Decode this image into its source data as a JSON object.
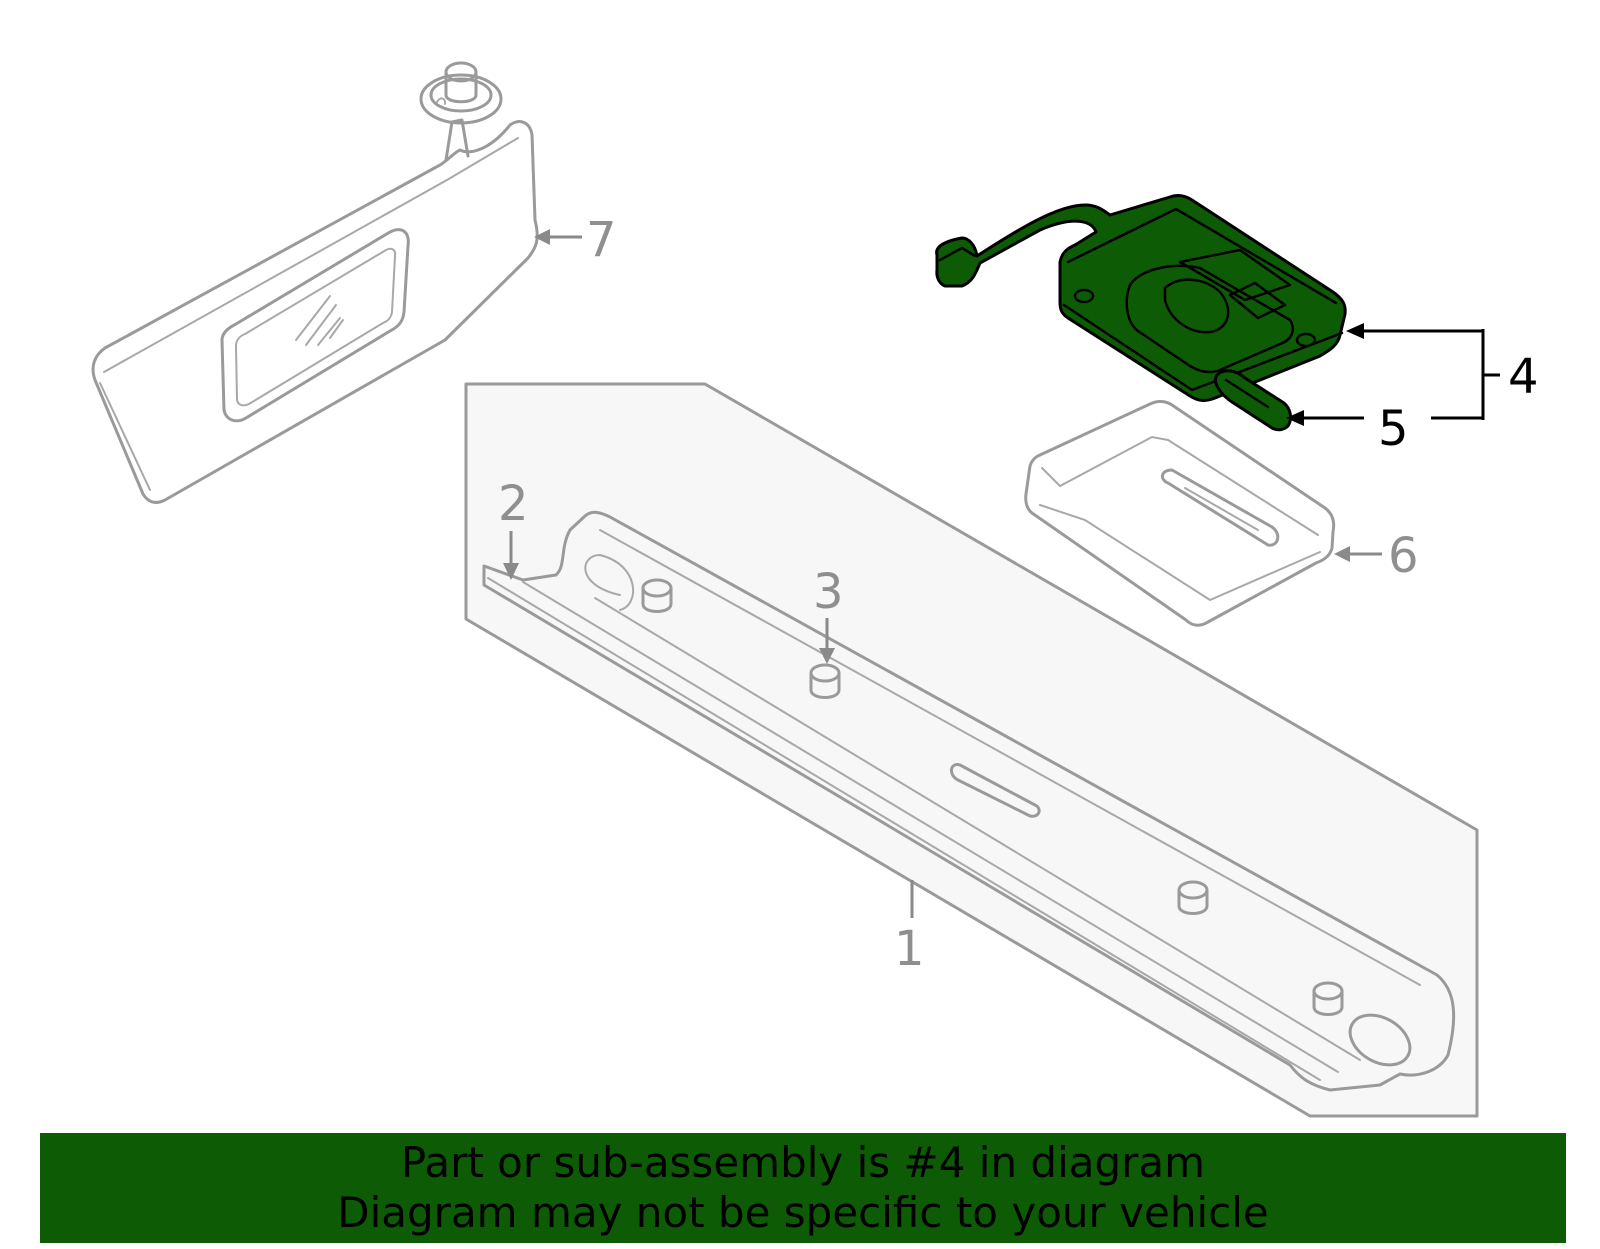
{
  "callouts": [
    {
      "id": "1",
      "text": "1",
      "highlighted": false
    },
    {
      "id": "2",
      "text": "2",
      "highlighted": false
    },
    {
      "id": "3",
      "text": "3",
      "highlighted": false
    },
    {
      "id": "4",
      "text": "4",
      "highlighted": true
    },
    {
      "id": "5",
      "text": "5",
      "highlighted": true
    },
    {
      "id": "6",
      "text": "6",
      "highlighted": false
    },
    {
      "id": "7",
      "text": "7",
      "highlighted": false
    }
  ],
  "banner": {
    "line1": "Part or sub-assembly is #4 in diagram",
    "line2": "Diagram may not be specific to your vehicle",
    "background_color": "#0d5c05"
  },
  "colors": {
    "highlight_fill": "#0d5c05",
    "ghost_stroke": "#9a9a9a",
    "panel_fill": "#f7f7f7"
  }
}
